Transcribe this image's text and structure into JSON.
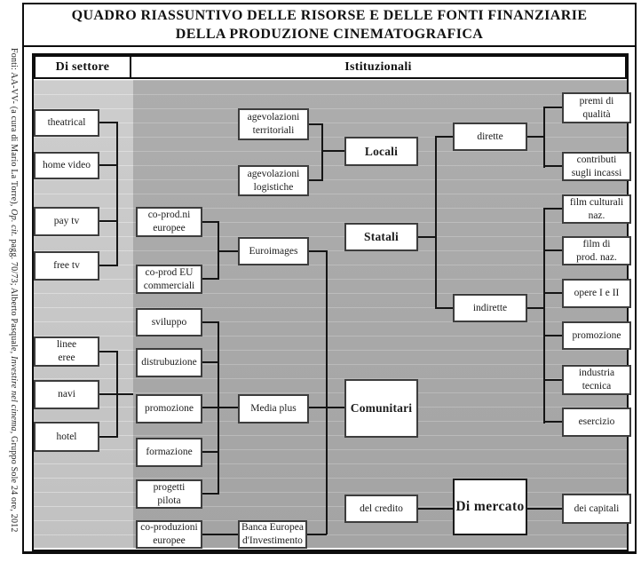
{
  "source_note": {
    "part1": "Fonti: AA-VV- (a cura di Mario La Torre), ",
    "italic1": "Op. cit.",
    "part2": " pagg. 70/73; Alberto Pasquale, ",
    "italic2": "Investire nel cinema",
    "part3": ", Gruppo Sole 24 ore, 2012"
  },
  "title": {
    "line1": "QUADRO RIASSUNTIVO DELLE RISORSE E DELLE FONTI FINANZIARIE",
    "line2": "DELLA PRODUZIONE CINEMATOGRAFICA"
  },
  "headers": {
    "sector": "Di settore",
    "institutional": "Istituzionali"
  },
  "sector_nodes": {
    "media": [
      "theatrical",
      "home video",
      "pay tv",
      "free tv"
    ],
    "travel": [
      "linee\neree",
      "navi",
      "hotel"
    ]
  },
  "institutional": {
    "locali": {
      "label": "Locali",
      "inputs": [
        "agevolazioni\nterritoriali",
        "agevolazioni\nlogistiche"
      ]
    },
    "statali": {
      "label": "Statali",
      "dirette": {
        "label": "dirette",
        "outputs": [
          "premi di\nqualità",
          "contributi\nsugli incassi"
        ]
      },
      "indirette": {
        "label": "indirette",
        "outputs": [
          "film culturali\nnaz.",
          "film di\nprod. naz.",
          "opere  I e II",
          "promozione",
          "industria\ntecnica",
          "esercizio"
        ]
      }
    },
    "comunitari": {
      "label": "Comunitari",
      "euroimages": {
        "label": "Euroimages",
        "inputs": [
          "co-prod.ni\neuropee",
          "co-prod EU\ncommerciali"
        ]
      },
      "media_plus": {
        "label": "Media plus",
        "inputs": [
          "sviluppo",
          "distrubuzione",
          "promozione",
          "formazione",
          "progetti\npilota"
        ]
      },
      "bei": {
        "label": "Banca Europea\nd'Investimento",
        "inputs": [
          "co-produzioni\neuropee"
        ]
      }
    }
  },
  "mercato": {
    "label": "Di mercato",
    "credito": "del credito",
    "capitali": "dei capitali"
  },
  "colors": {
    "panel_light": "#c8c8c8",
    "panel_dark": "#a8a8a8",
    "box_background": "#ffffff",
    "line": "#151515"
  }
}
